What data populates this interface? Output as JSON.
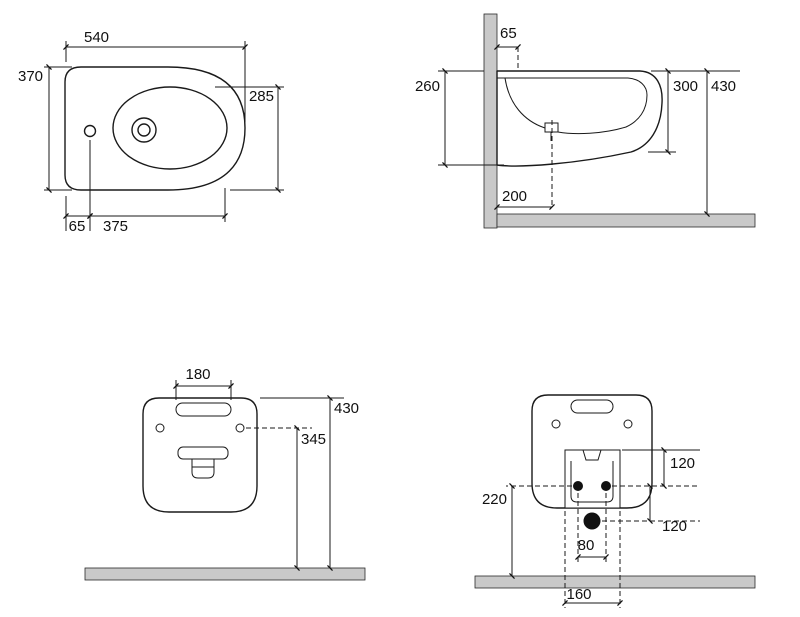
{
  "views": {
    "plan": {
      "length": "540",
      "depth": "370",
      "basin_depth": "285",
      "tap_offset": "65",
      "tap_span": "375"
    },
    "side": {
      "fixing_offset": "65",
      "front_height": "260",
      "rear_height": "300",
      "total_height": "430",
      "drain_offset": "200"
    },
    "front": {
      "slot_width": "180",
      "total_height": "430",
      "fixing_height": "345"
    },
    "rear": {
      "bracket_to_bolts": "120",
      "bolts_to_floor": "220",
      "bolts_to_drain": "120",
      "bolt_spacing": "80",
      "bracket_width": "160"
    }
  }
}
